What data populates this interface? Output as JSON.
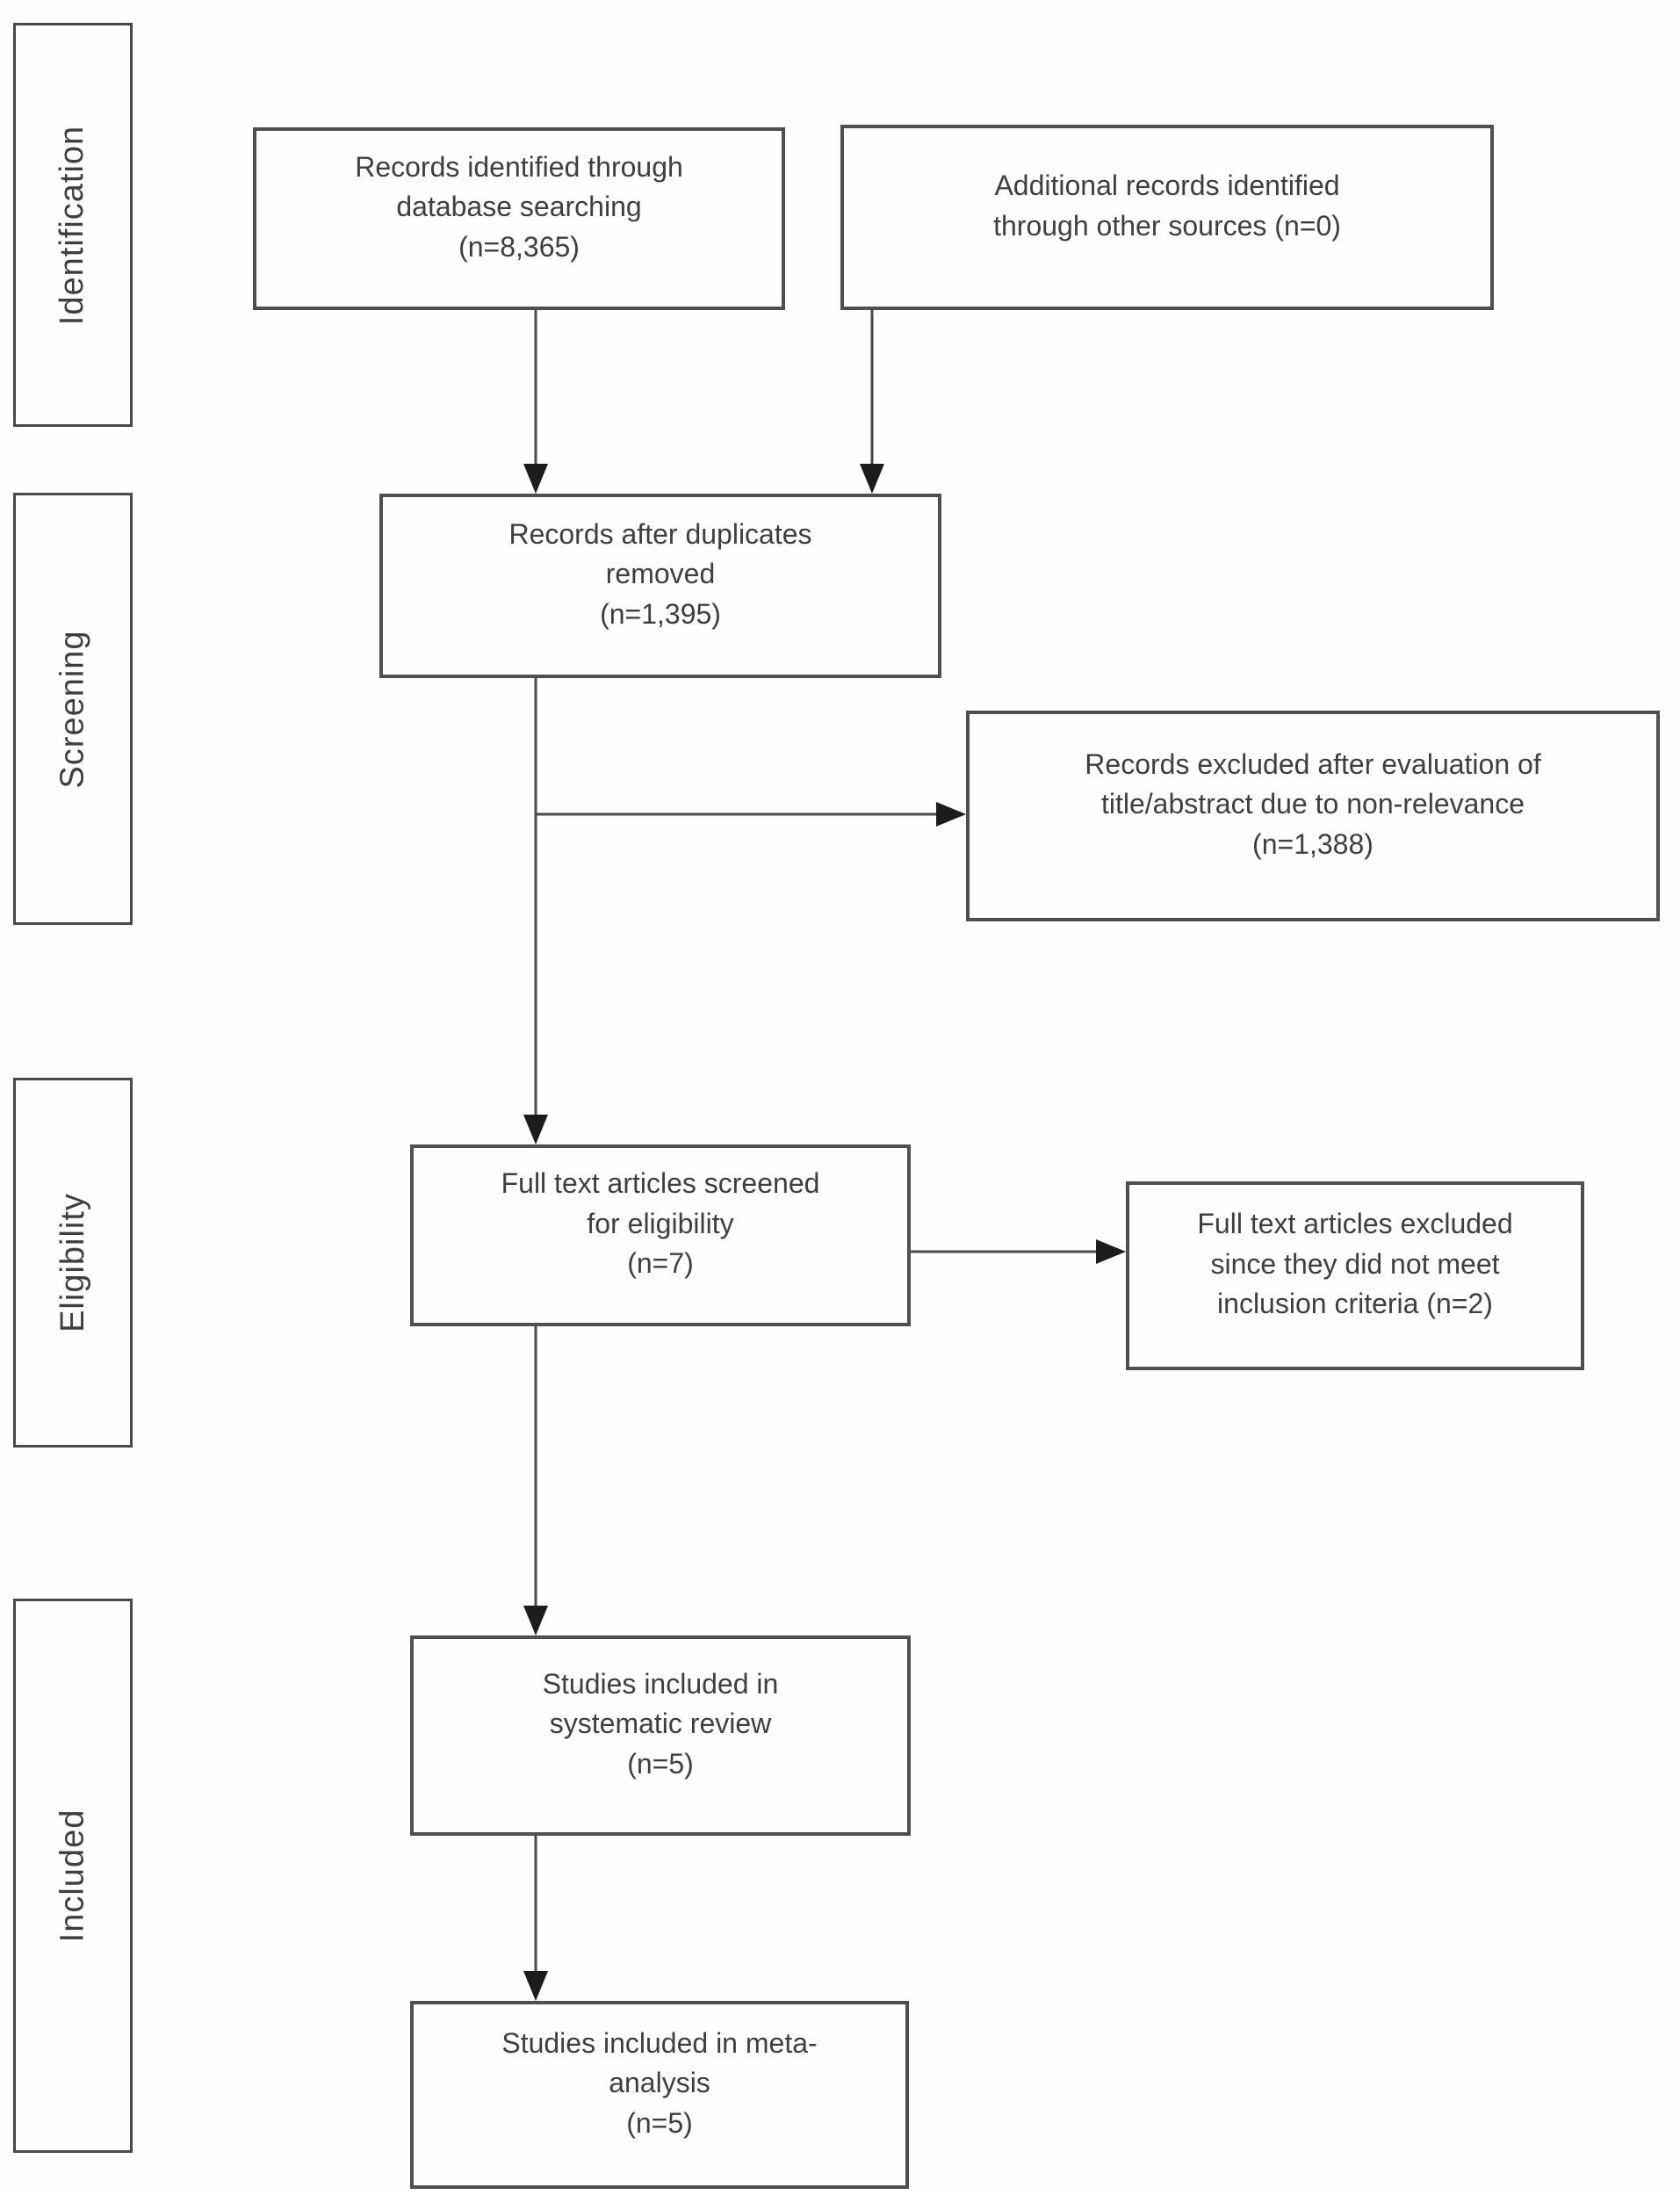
{
  "page": {
    "background": "#ffffff"
  },
  "colors": {
    "box_border": "#4f4f4f",
    "stage_border": "#4a4a4a",
    "text": "#3f3f3f",
    "arrow_line": "#4a4a4a",
    "arrow_head": "#1c1c1c"
  },
  "sidebar": {
    "stages": [
      {
        "id": "identification",
        "label": "Identification"
      },
      {
        "id": "screening",
        "label": "Screening"
      },
      {
        "id": "eligibility",
        "label": "Eligibility"
      },
      {
        "id": "included",
        "label": "Included"
      }
    ]
  },
  "flow": {
    "nodes": [
      {
        "id": "records-identified",
        "stage": "Identification",
        "text": "Records identified through\ndatabase searching\n(n=8,365)",
        "count": 8365
      },
      {
        "id": "additional-records",
        "stage": "Identification",
        "text": "Additional records identified\nthrough other sources (n=0)",
        "count": 0
      },
      {
        "id": "duplicates-removed",
        "stage": "Screening",
        "text": "Records after duplicates\nremoved\n(n=1,395)",
        "count": 1395
      },
      {
        "id": "records-excluded",
        "stage": "Screening",
        "text": "Records excluded after evaluation of\ntitle/abstract due to non-relevance\n(n=1,388)",
        "count": 1388
      },
      {
        "id": "fulltext-screened",
        "stage": "Eligibility",
        "text": "Full text articles screened\nfor eligibility\n(n=7)",
        "count": 7
      },
      {
        "id": "fulltext-excluded",
        "stage": "Eligibility",
        "text": "Full text articles excluded\nsince they did not meet\ninclusion criteria (n=2)",
        "count": 2
      },
      {
        "id": "included-systematic-review",
        "stage": "Included",
        "text": "Studies included in\nsystematic review\n(n=5)",
        "count": 5
      },
      {
        "id": "included-meta-analysis",
        "stage": "Included",
        "text": "Studies included in meta-\nanalysis\n(n=5)",
        "count": 5
      }
    ],
    "edges": [
      {
        "from": "records-identified",
        "to": "duplicates-removed"
      },
      {
        "from": "additional-records",
        "to": "duplicates-removed"
      },
      {
        "from": "duplicates-removed",
        "to": "records-excluded"
      },
      {
        "from": "duplicates-removed",
        "to": "fulltext-screened"
      },
      {
        "from": "fulltext-screened",
        "to": "fulltext-excluded"
      },
      {
        "from": "fulltext-screened",
        "to": "included-systematic-review"
      },
      {
        "from": "included-systematic-review",
        "to": "included-meta-analysis"
      }
    ]
  }
}
